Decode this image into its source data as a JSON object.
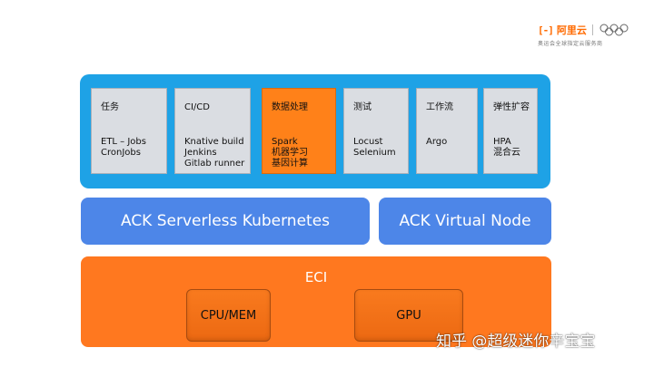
{
  "brand": {
    "mark": "[-]",
    "name": "阿里云",
    "tagline": "奥运会全球指定云服务商",
    "color": "#ff6a00"
  },
  "workloads": [
    {
      "title": "任务",
      "body": "ETL – Jobs\nCronJobs",
      "highlight": false
    },
    {
      "title": "CI/CD",
      "body": "Knative build\nJenkins\nGitlab runner",
      "highlight": false
    },
    {
      "title": "数据处理",
      "body": "Spark\n机器学习\n基因计算",
      "highlight": true
    },
    {
      "title": "测试",
      "body": "Locust\nSelenium",
      "highlight": false
    },
    {
      "title": "工作流",
      "body": "Argo",
      "highlight": false
    },
    {
      "title": "弹性扩容",
      "body": "HPA\n混合云",
      "highlight": false
    }
  ],
  "layers": {
    "serverless": "ACK Serverless Kubernetes",
    "virtual_node": "ACK Virtual Node"
  },
  "eci": {
    "title": "ECI",
    "resources": [
      "CPU/MEM",
      "GPU"
    ]
  },
  "watermark": "知乎 @超级迷你辛宝宝",
  "colors": {
    "panel_blue": "#1ea2e6",
    "layer_blue": "#4d86e8",
    "eci_orange": "#ff781f",
    "card_gray": "#dadde2",
    "highlight_orange": "#ff8119"
  }
}
